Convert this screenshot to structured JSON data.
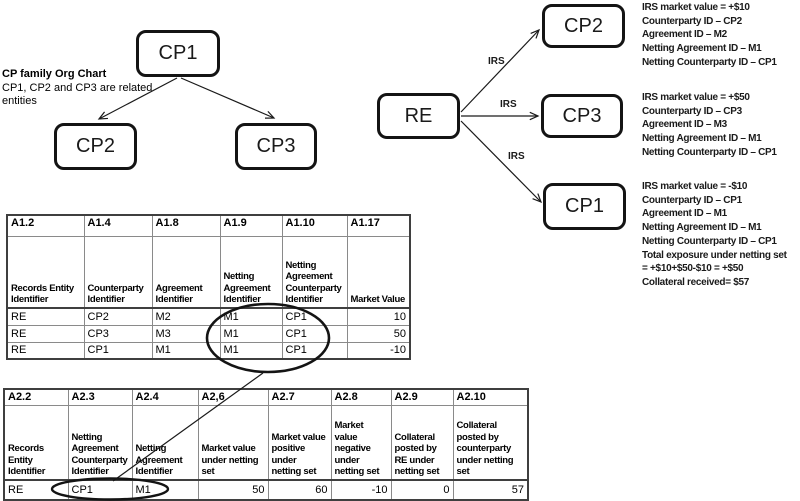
{
  "org_chart": {
    "caption": {
      "title": "CP family Org Chart",
      "line2": "CP1, CP2 and CP3 are related",
      "line3": "entities"
    },
    "nodes": {
      "root": "CP1",
      "left": "CP2",
      "right": "CP3"
    }
  },
  "exposure_diagram": {
    "re_label": "RE",
    "edge_labels": [
      "IRS",
      "IRS",
      "IRS"
    ],
    "nodes": {
      "top": "CP2",
      "middle": "CP3",
      "bottom": "CP1"
    },
    "cp2_notes": [
      "IRS market value =  +$10",
      "Counterparty ID – CP2",
      "Agreement ID – M2",
      "Netting Agreement ID – M1",
      "Netting Counterparty ID – CP1"
    ],
    "cp3_notes": [
      "IRS market value = +$50",
      "Counterparty ID – CP3",
      "Agreement ID – M3",
      "Netting Agreement ID – M1",
      "Netting Counterparty ID – CP1"
    ],
    "cp1_notes": [
      "IRS market value = -$10",
      "Counterparty ID – CP1",
      "Agreement ID – M1",
      "Netting Agreement ID – M1",
      "Netting Counterparty ID – CP1",
      "Total exposure under netting set",
      "= +$10+$50-$10  = +$50",
      "Collateral received= $57"
    ]
  },
  "table1": {
    "codes": [
      "A1.2",
      "A1.4",
      "A1.8",
      "A1.9",
      "A1.10",
      "A1.17"
    ],
    "headers": [
      "Records Entity Identifier",
      "Counterparty Identifier",
      "Agreement Identifier",
      "Netting Agreement Identifier",
      "Netting Agreement Counterparty Identifier",
      "Market Value"
    ],
    "rows": [
      [
        "RE",
        "CP2",
        "M2",
        "M1",
        "CP1",
        "10"
      ],
      [
        "RE",
        "CP3",
        "M3",
        "M1",
        "CP1",
        "50"
      ],
      [
        "RE",
        "CP1",
        "M1",
        "M1",
        "CP1",
        "-10"
      ]
    ]
  },
  "table2": {
    "codes": [
      "A2.2",
      "A2.3",
      "A2.4",
      "A2,6",
      "A2.7",
      "A2.8",
      "A2.9",
      "A2.10"
    ],
    "headers": [
      "Records Entity Identifier",
      "Netting Agreement Counterparty Identifier",
      "Netting Agreement Identifier",
      "Market value under netting set",
      "Market value positive under netting set",
      "Market value negative under netting set",
      "Collateral posted by RE under netting set",
      "Collateral posted by counterparty under netting set"
    ],
    "rows": [
      [
        "RE",
        "CP1",
        "M1",
        "50",
        "60",
        "-10",
        "0",
        "57"
      ]
    ]
  }
}
